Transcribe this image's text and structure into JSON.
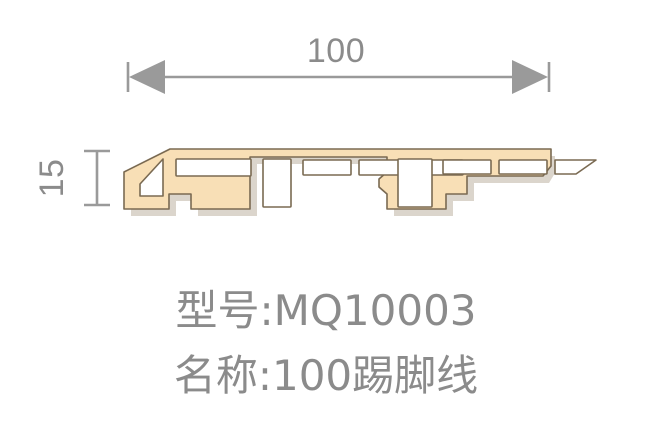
{
  "drawing": {
    "background_color": "#ffffff",
    "line_color": "#9a9a9a",
    "text_color": "#8b8b8b",
    "profile_fill_color": "#f8dfb6",
    "profile_stroke_color": "#7a6a52",
    "hole_fill_color": "#ffffff"
  },
  "dimensions": {
    "width": {
      "label": "100",
      "unit": "mm",
      "orientation": "horizontal",
      "arrow_style": "double-filled-arrow",
      "extension_ticks": true
    },
    "height": {
      "label": "15",
      "unit": "mm",
      "orientation": "vertical",
      "rotated": true,
      "arrow_style": "i-beam-caps"
    }
  },
  "captions": {
    "model": {
      "prefix": "型号:",
      "value": "MQ10003",
      "full": "型号:MQ10003"
    },
    "name": {
      "prefix": "名称:",
      "value": "100踢脚线",
      "full": "名称:100踢脚线"
    }
  },
  "profile": {
    "type": "extruded-skirting-board-cross-section",
    "description": "100mm skirting board profile with hollow chambers",
    "chamber_count": 9,
    "rib_count": 2
  }
}
